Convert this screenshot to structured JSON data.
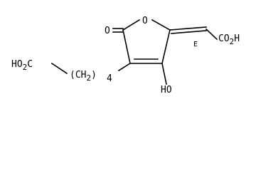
{
  "molecule": {
    "labels": {
      "carbonyl_oxygen": "O",
      "ring_oxygen": "O",
      "acid_right": "CO2H",
      "acid_left": "HO2C",
      "chain_open": "(",
      "chain_close": "CH2)",
      "chain_count": "4",
      "hydroxyl": "HO",
      "stereo": "E"
    }
  }
}
